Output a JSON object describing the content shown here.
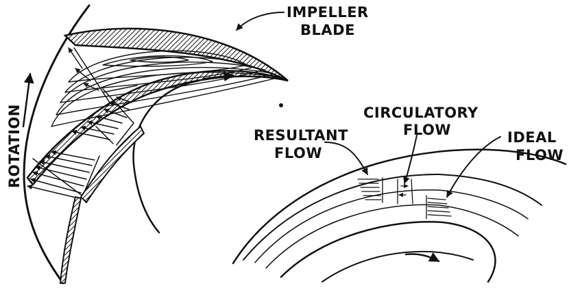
{
  "labels": {
    "impeller_blade_line1": "IMPELLER",
    "impeller_blade_line2": "BLADE",
    "rotation": "ROTATION",
    "resultant_flow_line1": "RESULTANT",
    "resultant_flow_line2": "FLOW",
    "circulatory_flow_line1": "CIRCULATORY",
    "circulatory_flow_line2": "FLOW",
    "ideal_flow_line1": "IDEAL",
    "ideal_flow_line2": "FLOW"
  }
}
